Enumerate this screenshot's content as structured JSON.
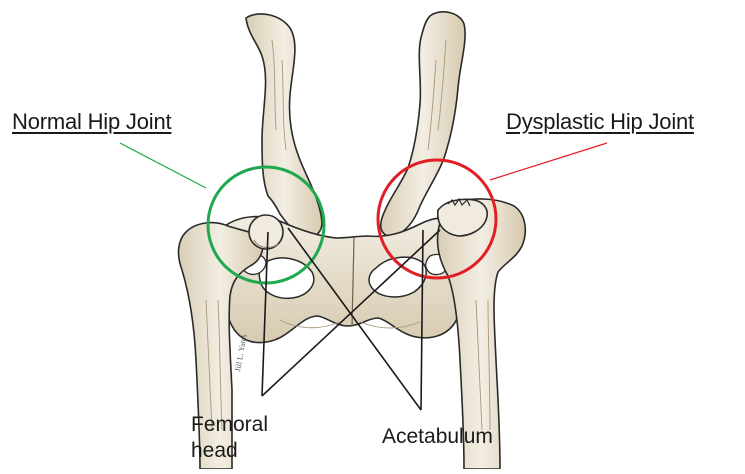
{
  "labels": {
    "normal": "Normal Hip Joint",
    "dysplastic": "Dysplastic Hip Joint",
    "femoral_line1": "Femoral",
    "femoral_line2": "head",
    "acetabulum": "Acetabulum"
  },
  "colors": {
    "normal_circle": "#1fa84f",
    "dysplastic_circle": "#e01e24",
    "bone_fill": "#efe9dc",
    "bone_shade": "#cdbfa5",
    "outline": "#2a2a2a"
  },
  "illustration": {
    "subject": "pelvis-with-hip-joints",
    "artist_signature": "Jill L. Yates"
  }
}
